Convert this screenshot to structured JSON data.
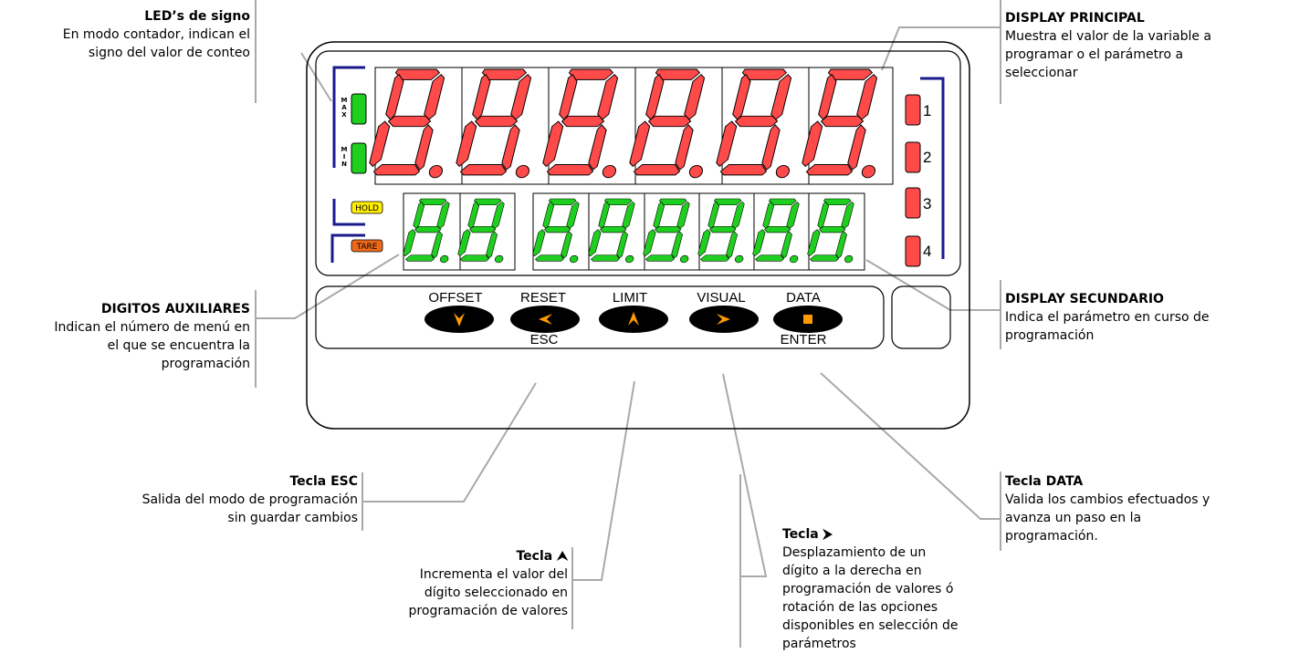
{
  "callouts": {
    "leds_signo": {
      "title": "LED’s de signo",
      "desc": "En modo contador, indican el\nsigno del valor de conteo"
    },
    "display_principal": {
      "title": "DISPLAY PRINCIPAL",
      "desc": "Muestra el valor de la variable a\nprogramar o el parámetro a\nseleccionar"
    },
    "digitos_auxiliares": {
      "title": "DIGITOS AUXILIARES",
      "desc": "Indican el número de menú en\nel que se encuentra la\nprogramación"
    },
    "display_secundario": {
      "title": "DISPLAY SECUNDARIO",
      "desc": "Indica el parámetro en curso de\nprogramación"
    },
    "tecla_esc": {
      "title": "Tecla ESC",
      "desc": "Salida del modo de programación\nsin guardar cambios"
    },
    "tecla_up": {
      "title": "Tecla ⮝",
      "desc": "Incrementa el valor del\ndígito seleccionado en\nprogramación de valores"
    },
    "tecla_right": {
      "title": "Tecla ⮞",
      "desc": "Desplazamiento de un\ndígito a la derecha en\nprogramación de valores ó\nrotación de las opciones\ndisponibles en selección de\nparámetros"
    },
    "tecla_data": {
      "title": "Tecla DATA",
      "desc": "Valida los cambios efectuados y\navanza un paso en la\nprogramación."
    }
  },
  "panel": {
    "led_max": "MAX",
    "led_min": "MIN",
    "hold": "HOLD",
    "tare": "TARE",
    "relays": [
      "1",
      "2",
      "3",
      "4"
    ],
    "keys_top": [
      "OFFSET",
      "RESET",
      "LIMIT",
      "VISUAL",
      "DATA"
    ],
    "keys_bottom": {
      "esc": "ESC",
      "enter": "ENTER"
    }
  },
  "colors": {
    "red_segment": "#ff4a4a",
    "green_segment": "#1fcf1f",
    "navy_bracket": "#1a1a8c",
    "hold": "#ffee00",
    "tare": "#ee6a1a",
    "key_arrow": "#ff9a00",
    "leader": "#a9a9a9"
  }
}
